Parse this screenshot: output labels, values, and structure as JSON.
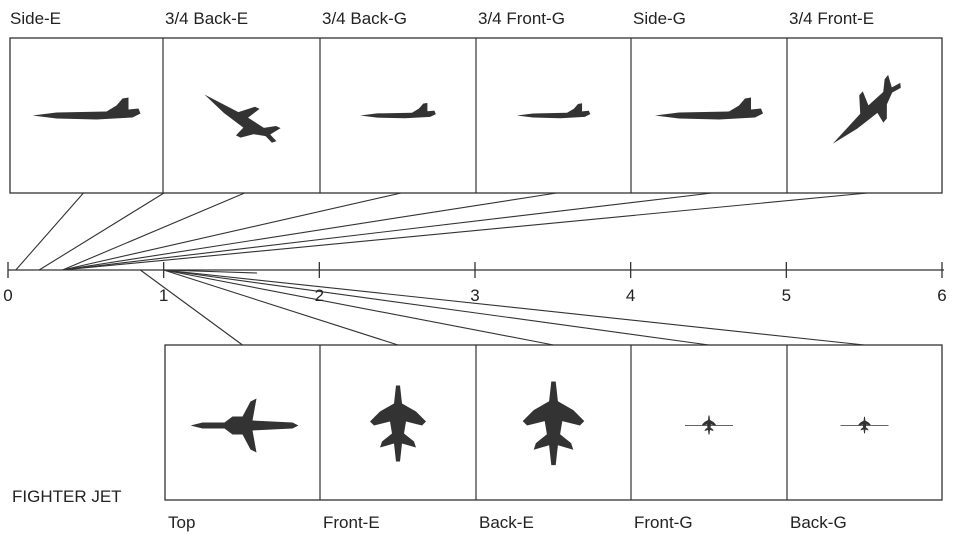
{
  "title": "FIGHTER JET",
  "axis": {
    "ticks": [
      "0",
      "1",
      "2",
      "3",
      "4",
      "5",
      "6"
    ],
    "min": 0,
    "max": 6
  },
  "top_views": [
    {
      "label": "Side-E",
      "value": 0.15
    },
    {
      "label": "3/4 Back-E",
      "value": 0.35
    },
    {
      "label": "3/4 Back-G",
      "value": 0.35
    },
    {
      "label": "3/4 Front-G",
      "value": 0.35
    },
    {
      "label": "Side-G",
      "value": 0.35
    },
    {
      "label": "3/4 Front-E",
      "value": 0.35
    }
  ],
  "bottom_views": [
    {
      "label": "Top",
      "value": 0.8
    },
    {
      "label": "Front-E",
      "value": 1.0
    },
    {
      "label": "Back-E",
      "value": 1.3
    },
    {
      "label": "Front-G",
      "value": 1.5
    },
    {
      "label": "Back-G",
      "value": 1.6
    }
  ],
  "colors": {
    "line": "#333333",
    "jet": "#333333",
    "text": "#222222"
  },
  "icons": [
    "jet-side-icon",
    "jet-three-quarter-icon",
    "jet-top-icon",
    "jet-front-icon"
  ]
}
